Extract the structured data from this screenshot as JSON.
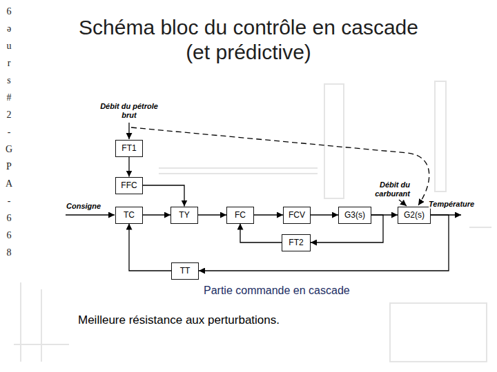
{
  "diagram": {
    "title": "Schéma bloc du contrôle en cascade (et prédictive)",
    "nodes": [
      {
        "text": [
          "FT1"
        ]
      },
      {
        "text": [
          "FFC"
        ]
      },
      {
        "text": [
          "TC"
        ]
      },
      {
        "text": [
          "TY"
        ]
      },
      {
        "text": [
          "FC"
        ]
      },
      {
        "text": [
          "FCV"
        ]
      },
      {
        "text": [
          "G3(s)"
        ]
      },
      {
        "text": [
          "G2(s)"
        ]
      },
      {
        "text": [
          "FT2"
        ]
      },
      {
        "text": [
          "TT"
        ]
      }
    ],
    "edges": [
      {
        "from": 0,
        "to": 1,
        "arrow": "to"
      },
      {
        "from": 1,
        "to": 3,
        "arrow": "to"
      },
      {
        "from": 2,
        "to": 3,
        "arrow": "to"
      },
      {
        "from": 3,
        "to": 4,
        "arrow": "to"
      },
      {
        "from": 4,
        "to": 5,
        "arrow": "to"
      },
      {
        "from": 5,
        "to": 6,
        "arrow": "to"
      },
      {
        "from": 6,
        "to": 7,
        "arrow": "to"
      },
      {
        "from": 6,
        "to": 8,
        "arrow": "to"
      },
      {
        "from": 8,
        "to": 4,
        "arrow": "to"
      },
      {
        "from": 7,
        "to": 9,
        "arrow": "to"
      },
      {
        "from": 9,
        "to": 2,
        "arrow": "to"
      }
    ],
    "labels": [
      "Débit du pétrole brut",
      "Débit du carburant",
      "Consigne",
      "Température",
      "Partie commande en cascade",
      "Meilleure résistance aux perturbations.",
      "6əurs#2-GPA-668"
    ]
  }
}
